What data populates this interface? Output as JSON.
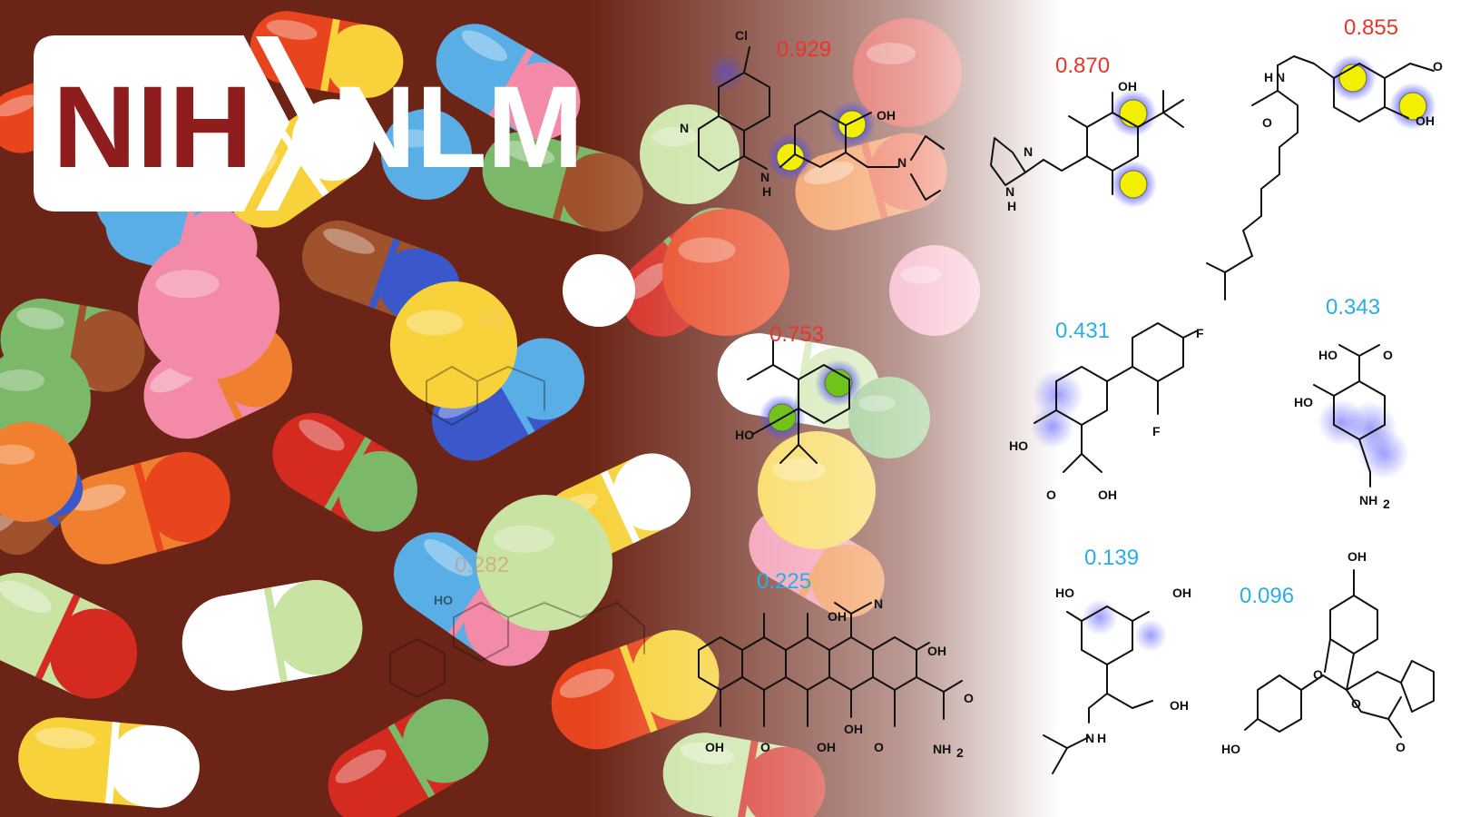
{
  "logo": {
    "agency": "NIH",
    "library": "NLM",
    "box_color": "#ffffff",
    "agency_color": "#8f1d1d",
    "library_color": "#ffffff"
  },
  "scores": [
    {
      "id": "clamoxyquine",
      "value": "0.929",
      "color": "#e8362b"
    },
    {
      "id": "propofol",
      "value": "0.753",
      "color": "#e8362b"
    },
    {
      "id": "oxymetazoline",
      "value": "0.870",
      "color": "#e8362b"
    },
    {
      "id": "capsaicin",
      "value": "0.855",
      "color": "#e8362b"
    },
    {
      "id": "diflunisal",
      "value": "0.431",
      "color": "#29aee6"
    },
    {
      "id": "aminosalicylic-acid",
      "value": "0.343",
      "color": "#29aee6"
    },
    {
      "id": "minocycline",
      "value": "0.225",
      "color": "#29aee6"
    },
    {
      "id": "metaproterenol",
      "value": "0.139",
      "color": "#29aee6"
    },
    {
      "id": "fluorescein",
      "value": "0.096",
      "color": "#29aee6"
    }
  ],
  "faded_scores": [
    "93",
    "0.282"
  ],
  "atoms": {
    "cl": "Cl",
    "n": "N",
    "nh": "N",
    "h": "H",
    "oh": "OH",
    "ho": "HO",
    "f": "F",
    "o": "O",
    "nh2": "NH",
    "sub2": "2"
  },
  "highlight_colors": {
    "glow": "#3a3df5",
    "core": "#f2f000",
    "green": "#72c21c"
  },
  "pill_colors": [
    "#e8441d",
    "#d42a1f",
    "#5aaee6",
    "#f7d23a",
    "#7bb86a",
    "#f28aa8",
    "#ffffff",
    "#a0522d",
    "#f08030",
    "#c9e3a3",
    "#3a58c9"
  ]
}
